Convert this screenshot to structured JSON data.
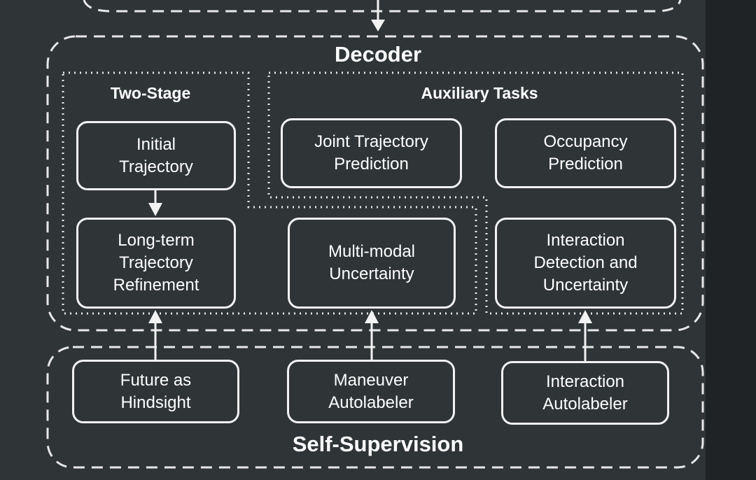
{
  "decoder": {
    "title": "Decoder",
    "two_stage": {
      "title": "Two-Stage",
      "initial": "Initial\nTrajectory",
      "refinement": "Long-term\nTrajectory\nRefinement"
    },
    "auxiliary": {
      "title": "Auxiliary Tasks",
      "joint": "Joint Trajectory\nPrediction",
      "occupancy": "Occupancy\nPrediction",
      "interaction": "Interaction\nDetection and\nUncertainty"
    },
    "multimodal": "Multi-modal\nUncertainty"
  },
  "self_supervision": {
    "title": "Self-Supervision",
    "future": "Future as\nHindsight",
    "maneuver": "Maneuver\nAutolabeler",
    "interaction": "Interaction\nAutolabeler"
  },
  "colors": {
    "background": "#2f3437",
    "line": "#f2f2f2"
  }
}
